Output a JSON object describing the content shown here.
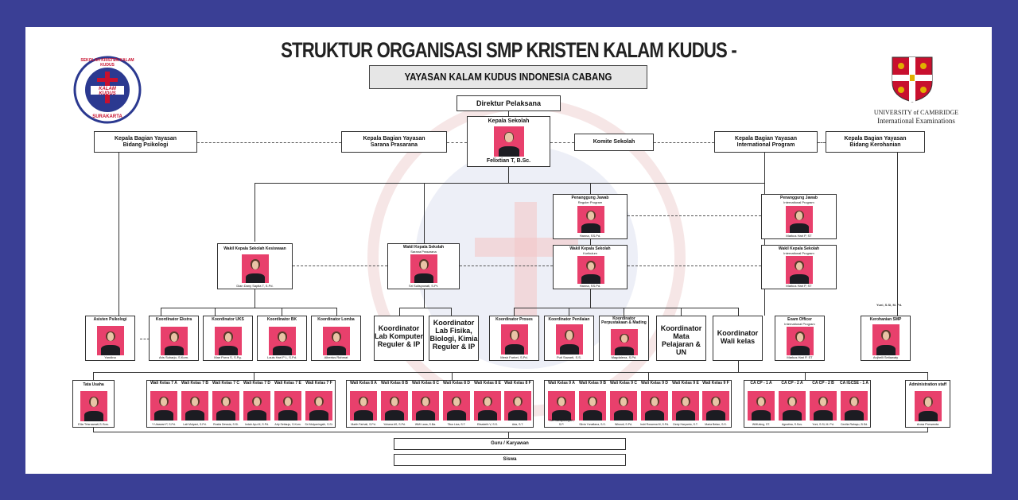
{
  "title": "STRUKTUR ORGANISASI SMP KRISTEN KALAM KUDUS - SURAKARTA",
  "subtitle": "YAYASAN KALAM KUDUS INDONESIA CABANG SURAKARTA",
  "logo_left": {
    "ring_text": "SEKOLAH KRISTEN KALAM KUDUS",
    "center_text": "KALAM KUDUS",
    "bottom_text": "SURAKARTA"
  },
  "logo_right": {
    "line1": "UNIVERSITY of CAMBRIDGE",
    "line2": "International Examinations"
  },
  "colors": {
    "frame": "#3a3f95",
    "photo_bg": "#e8406c",
    "logo_red": "#c8102e",
    "logo_blue": "#2b3990"
  },
  "top": {
    "direktur": "Direktur Pelaksana",
    "kepsek_title": "Kepala Sekolah",
    "kepsek_name": "Felixtian T, B.Sc.",
    "psikologi": [
      "Kepala Bagian Yayasan",
      "Bidang Psikologi"
    ],
    "sarana": [
      "Kepala Bagian Yayasan",
      "Sarana Prasarana"
    ],
    "komite": "Komite Sekolah",
    "intl": [
      "Kepala Bagian Yayasan",
      "International Program"
    ],
    "kerohanian": [
      "Kepala Bagian Yayasan",
      "Bidang Kerohanian"
    ]
  },
  "pj_reguler": {
    "title": "Penanggung Jawab",
    "sub": "Reguler Program",
    "name": "Hanna, SS.Pd."
  },
  "pj_intl": {
    "title": "Penanggung Jawab",
    "sub": "International Program",
    "name": "Markus Hari P, ST"
  },
  "wakil": [
    {
      "title": "Wakil Kepala Sekolah Kesiswaan",
      "sub": "",
      "name": "Dian Dany Saptia T, S.Pd."
    },
    {
      "title": "Wakil Kepala Sekolah",
      "sub": "Sarana Prasarana",
      "name": "Sri Sulisyowati, S.Pt."
    },
    {
      "title": "Wakil Kepala Sekolah",
      "sub": "Kurikulum",
      "name": "Hanna, SS.Pd."
    },
    {
      "title": "Wakil Kepala Sekolah",
      "sub": "International Program",
      "name": "Markus Hari P, ST"
    }
  ],
  "koord": [
    {
      "title": "Asisten Psikologi",
      "name": "Yandina"
    },
    {
      "title": "Koordinator Ekstra",
      "name": "Aris Suharjo, S.Kom."
    },
    {
      "title": "Koordinator UKS",
      "name": "Mae Purra S, S.Pg."
    },
    {
      "title": "Koordinator BK",
      "name": "Louis Hari P L, S.Pd."
    },
    {
      "title": "Koordinator Lomba",
      "name": "Albertus Rahmat"
    },
    {
      "title": "Koordinator Proses",
      "name": "Mesh Farhet, S.Pd."
    },
    {
      "title": "Koordinator Penilaian",
      "name": "Puti Sawarti, S.S."
    },
    {
      "title": "Koordinator Perpustakaan & Mading",
      "name": "Magdalena, S.Pd."
    },
    {
      "title": "Exam Officer",
      "sub": "International Program",
      "name": "Markus Hari P, ST"
    },
    {
      "title": "Kerohanian SMP",
      "name": "Anjhelli Setiawaty"
    }
  ],
  "koord_text": [
    "Koordinator Lab Komputer Reguler & IP",
    "Koordinator Lab Fisika, Biologi, Kimia Reguler & IP",
    "Koordinator Mata Pelajaran & UN",
    "Koordinator Wali kelas"
  ],
  "kerohanian_note": "Yuni, S.Si, M. Pd.",
  "tata_usaha": {
    "title": "Tata Usaha",
    "name": "Ella Trisnawati,S.Sos."
  },
  "admin": {
    "title": "Administration staff",
    "name": "Anna Purwanta"
  },
  "wali7": [
    {
      "title": "Wali Kelas 7 A",
      "name": "Y Utaseari P, S.Pd."
    },
    {
      "title": "Wali Kelas 7 B",
      "name": "Lati Mulyani, S.Pd."
    },
    {
      "title": "Wali Kelas 7 C",
      "name": "Rosita Dewsia, S.Si."
    },
    {
      "title": "Wali Kelas 7 D",
      "name": "Indah Ayu M, S.Pd."
    },
    {
      "title": "Wali Kelas 7 E",
      "name": "Arfy Setiaujo, S.Kom."
    },
    {
      "title": "Wali Kelas 7 F",
      "name": "Sri Mulyaningsih, S.Si."
    }
  ],
  "wali8": [
    {
      "title": "Wali Kelas 8 A",
      "name": "Marth Farhati, S.Pd."
    },
    {
      "title": "Wali Kelas 8 B",
      "name": "Yohana AS, S.Pd."
    },
    {
      "title": "Wali Kelas 8 C",
      "name": "WMi Lana, S.Ba."
    },
    {
      "title": "Wali Kelas 8 D",
      "name": "Titus Liza, S.T."
    },
    {
      "title": "Wali Kelas 8 E",
      "name": "Elisabeth V, S.S."
    },
    {
      "title": "Wali Kelas 8 F",
      "name": "Ada, S.T."
    }
  ],
  "wali9": [
    {
      "title": "Wali Kelas 9 A",
      "name": "Dwi Sulistyaningsih, S.P."
    },
    {
      "title": "Wali Kelas 9 B",
      "name": "Silvia Yunafiana, S.S."
    },
    {
      "title": "Wali Kelas 9 C",
      "name": "Wisnuti, S.Pd."
    },
    {
      "title": "Wali Kelas 9 D",
      "name": "Indri Rosanna M, S.Pd."
    },
    {
      "title": "Wali Kelas 9 E",
      "name": "Dedy Haryanto, S.T."
    },
    {
      "title": "Wali Kelas 9 F",
      "name": "Maria Betan, S.S."
    }
  ],
  "ca": [
    {
      "title": "CA CP - 1 A",
      "name": "WMUsing, ST."
    },
    {
      "title": "CA CP - 2 A",
      "name": "Agustina, S.Sos."
    },
    {
      "title": "CA CP - 2 B",
      "name": "Yuni, S.Si, M. Pd."
    },
    {
      "title": "CA IGCSE - 1 A",
      "name": "Cecilia Rahayu, B.Sd."
    }
  ],
  "guru": "Guru / Karyawan",
  "siswa": "Siswa"
}
